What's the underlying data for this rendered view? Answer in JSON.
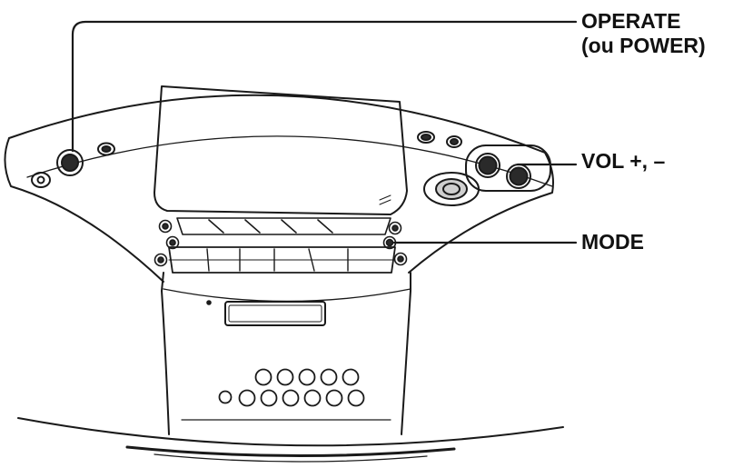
{
  "labels": {
    "operate_line1": "OPERATE",
    "operate_line2": "(ou POWER)",
    "vol": "VOL +, –",
    "mode": "MODE"
  },
  "colors": {
    "ink": "#111111",
    "paper": "#ffffff"
  }
}
